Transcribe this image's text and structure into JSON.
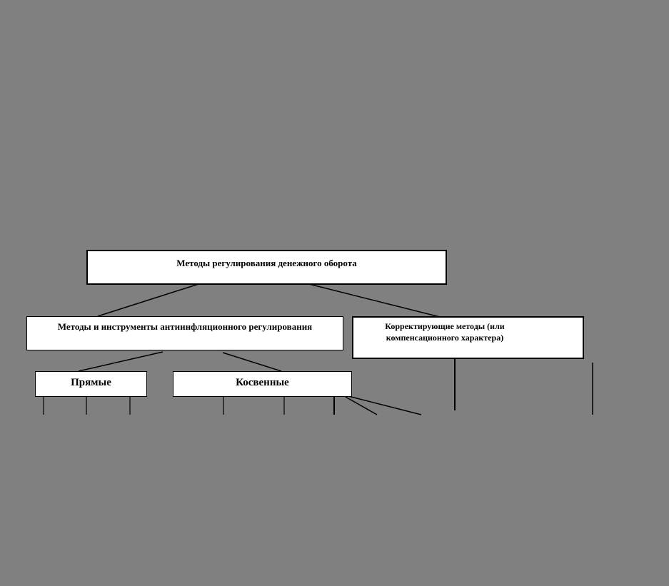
{
  "diagram": {
    "background_color": "#808080",
    "box_fill": "#ffffff",
    "line_color": "#000000",
    "nodes": {
      "root": {
        "label": "Методы регулирования денежного оборота"
      },
      "anti_inflation": {
        "label": "Методы и инструменты антиинфляционного регулирования"
      },
      "corrective": {
        "label_line1": "Корректирующие методы (или",
        "label_line2": "компенсационного характера)"
      },
      "direct": {
        "label": "Прямые"
      },
      "indirect": {
        "label": "Косвенные"
      }
    }
  }
}
